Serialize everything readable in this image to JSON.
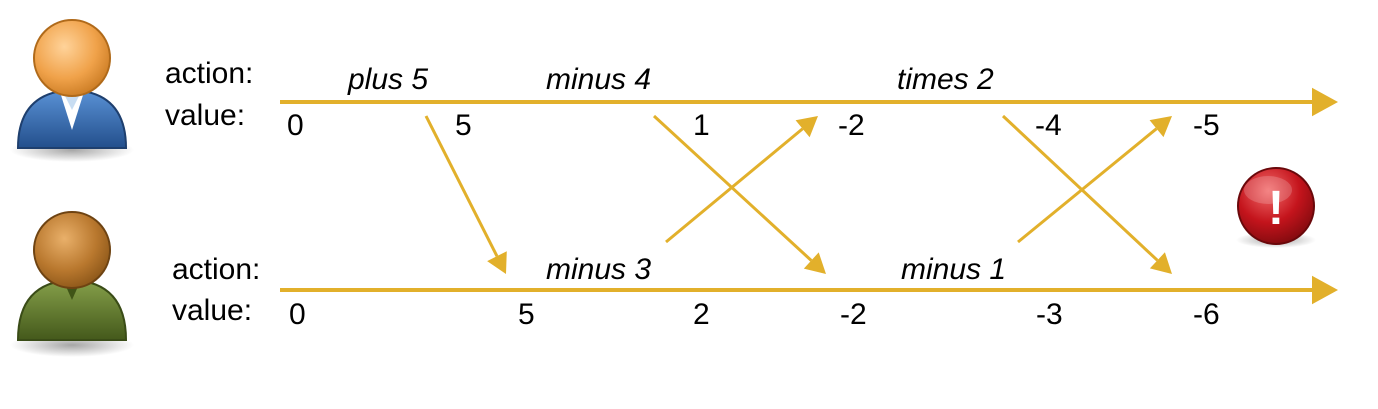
{
  "colors": {
    "timeline": "#E2B02B",
    "user1_shirt": "#2F6CB3",
    "user2_shirt": "#5E7A2C",
    "alert": "#C4141C"
  },
  "icons": [
    "user-avatar-blue-icon",
    "user-avatar-green-icon",
    "alert-exclamation-icon"
  ],
  "row1": {
    "action_label": "action:",
    "value_label": "value:",
    "actions": [
      "plus 5",
      "minus 4",
      "times 2"
    ],
    "values": [
      "0",
      "5",
      "1",
      "-2",
      "-4",
      "-5"
    ]
  },
  "row2": {
    "action_label": "action:",
    "value_label": "value:",
    "actions": [
      "minus 3",
      "minus 1"
    ],
    "values": [
      "0",
      "5",
      "2",
      "-2",
      "-3",
      "-6"
    ]
  },
  "alert_symbol": "!"
}
